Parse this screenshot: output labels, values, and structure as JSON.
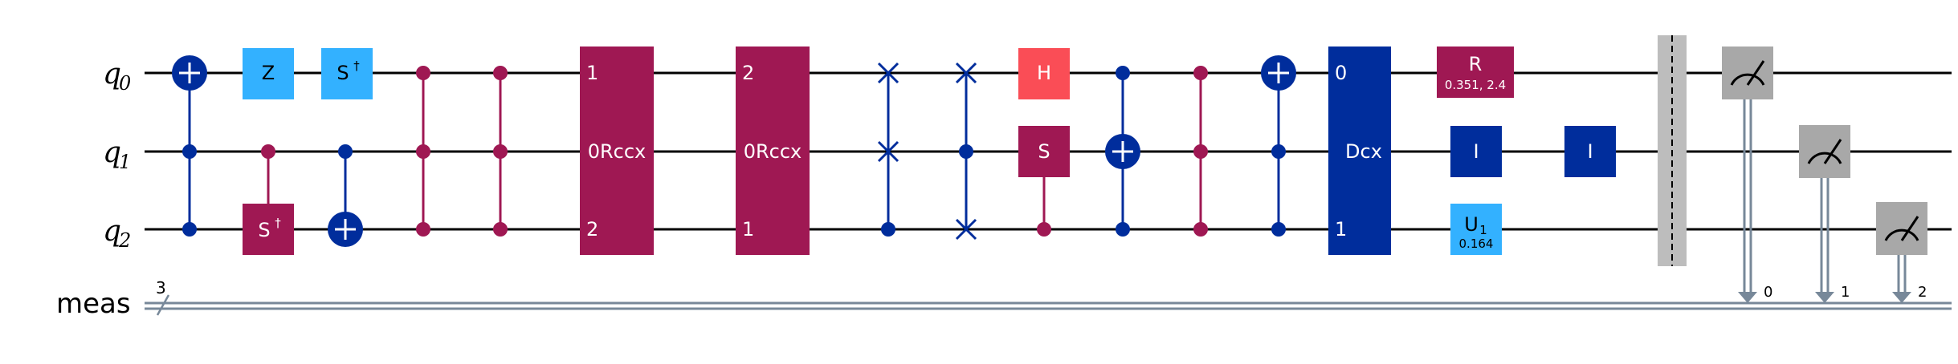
{
  "colors": {
    "wire": "#000000",
    "blue_dark": "#002D9C",
    "blue_light": "#33B1FF",
    "magenta": "#9F1853",
    "red": "#FA4D56",
    "gray": "#A8A8A8",
    "classical": "#778899"
  },
  "labels": {
    "q0": "q",
    "q0_sub": "0",
    "q1": "q",
    "q1_sub": "1",
    "q2": "q",
    "q2_sub": "2",
    "meas": "meas",
    "meas_width": "3"
  },
  "gates": {
    "z": "Z",
    "sdg_top": "S",
    "sdg_top_sup": "†",
    "sdg_bottom": "S",
    "sdg_bottom_sup": "†",
    "rccx1": {
      "name": "0Rccx",
      "top": "1",
      "bottom": "2"
    },
    "rccx2": {
      "name": "0Rccx",
      "top": "2",
      "bottom": "1"
    },
    "h": "H",
    "s": "S",
    "dcx": {
      "name": "Dcx",
      "top": "0",
      "bottom": "1"
    },
    "r": {
      "name": "R",
      "params": "0.351, 2.4"
    },
    "i1": "I",
    "i2": "I",
    "u1": {
      "name": "U",
      "sub": "1",
      "param": "0.164"
    }
  },
  "measure_bits": [
    "0",
    "1",
    "2"
  ]
}
